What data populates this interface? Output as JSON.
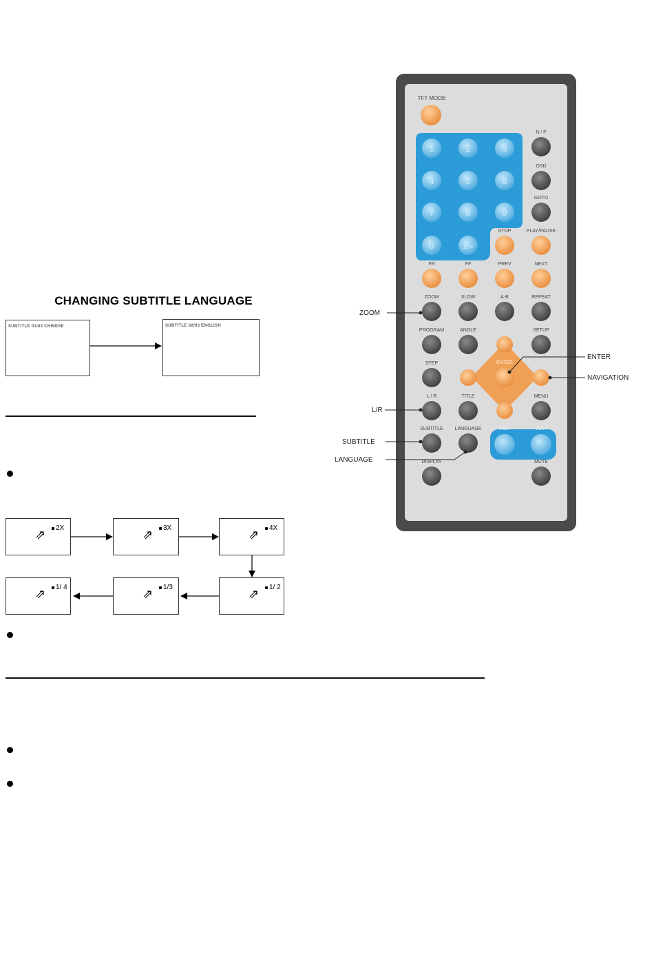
{
  "subtitle_section": {
    "title": "CHANGING SUBTITLE LANGUAGE",
    "screen_from": "SUBTITLE 01/03 CHINESE",
    "screen_to": "SUBTITLE 02/03 ENGLISH"
  },
  "speed_steps": [
    "2X",
    "3X",
    "4X",
    "1/ 2",
    "1/3",
    "1/ 4"
  ],
  "remote": {
    "top_label": "TFT MODE",
    "numbers": [
      "1",
      "2",
      "3",
      "4",
      "5",
      "6",
      "7",
      "8",
      "9",
      "0",
      "10+"
    ],
    "right_column": [
      "N / P",
      "OSD",
      "GOTO"
    ],
    "row_stop_pause": [
      "STOP",
      "PLAY/PAUSE"
    ],
    "transport": [
      "FR",
      "FF",
      "PREV",
      "NEXT"
    ],
    "row_zoom": [
      "ZOOM",
      "SLOW",
      "A-B",
      "REPEAT"
    ],
    "row_program": [
      "PROGRAM",
      "ANGLE",
      "SETUP"
    ],
    "row_step": [
      "STEP",
      "ENTER"
    ],
    "row_lr": [
      "L / R",
      "TITLE",
      "MENU"
    ],
    "row_subtitle": [
      "SUBTITLE",
      "LANGUAGE",
      "VOL-",
      "VOL+"
    ],
    "row_bottom": [
      "DISPLAY",
      "MUTE"
    ]
  },
  "callouts": {
    "zoom": "ZOOM",
    "lr": "L/R",
    "subtitle": "SUBTITLE",
    "language": "LANGUAGE",
    "enter": "ENTER",
    "navigation": "NAVIGATION"
  },
  "colors": {
    "remote_body": "#4a4a4a",
    "remote_face": "#dcdcdc",
    "number_pad": "#2b9cd8",
    "orange_button": "#f0a055",
    "gray_button": "#555555",
    "blue_button": "#5ab6e8"
  }
}
